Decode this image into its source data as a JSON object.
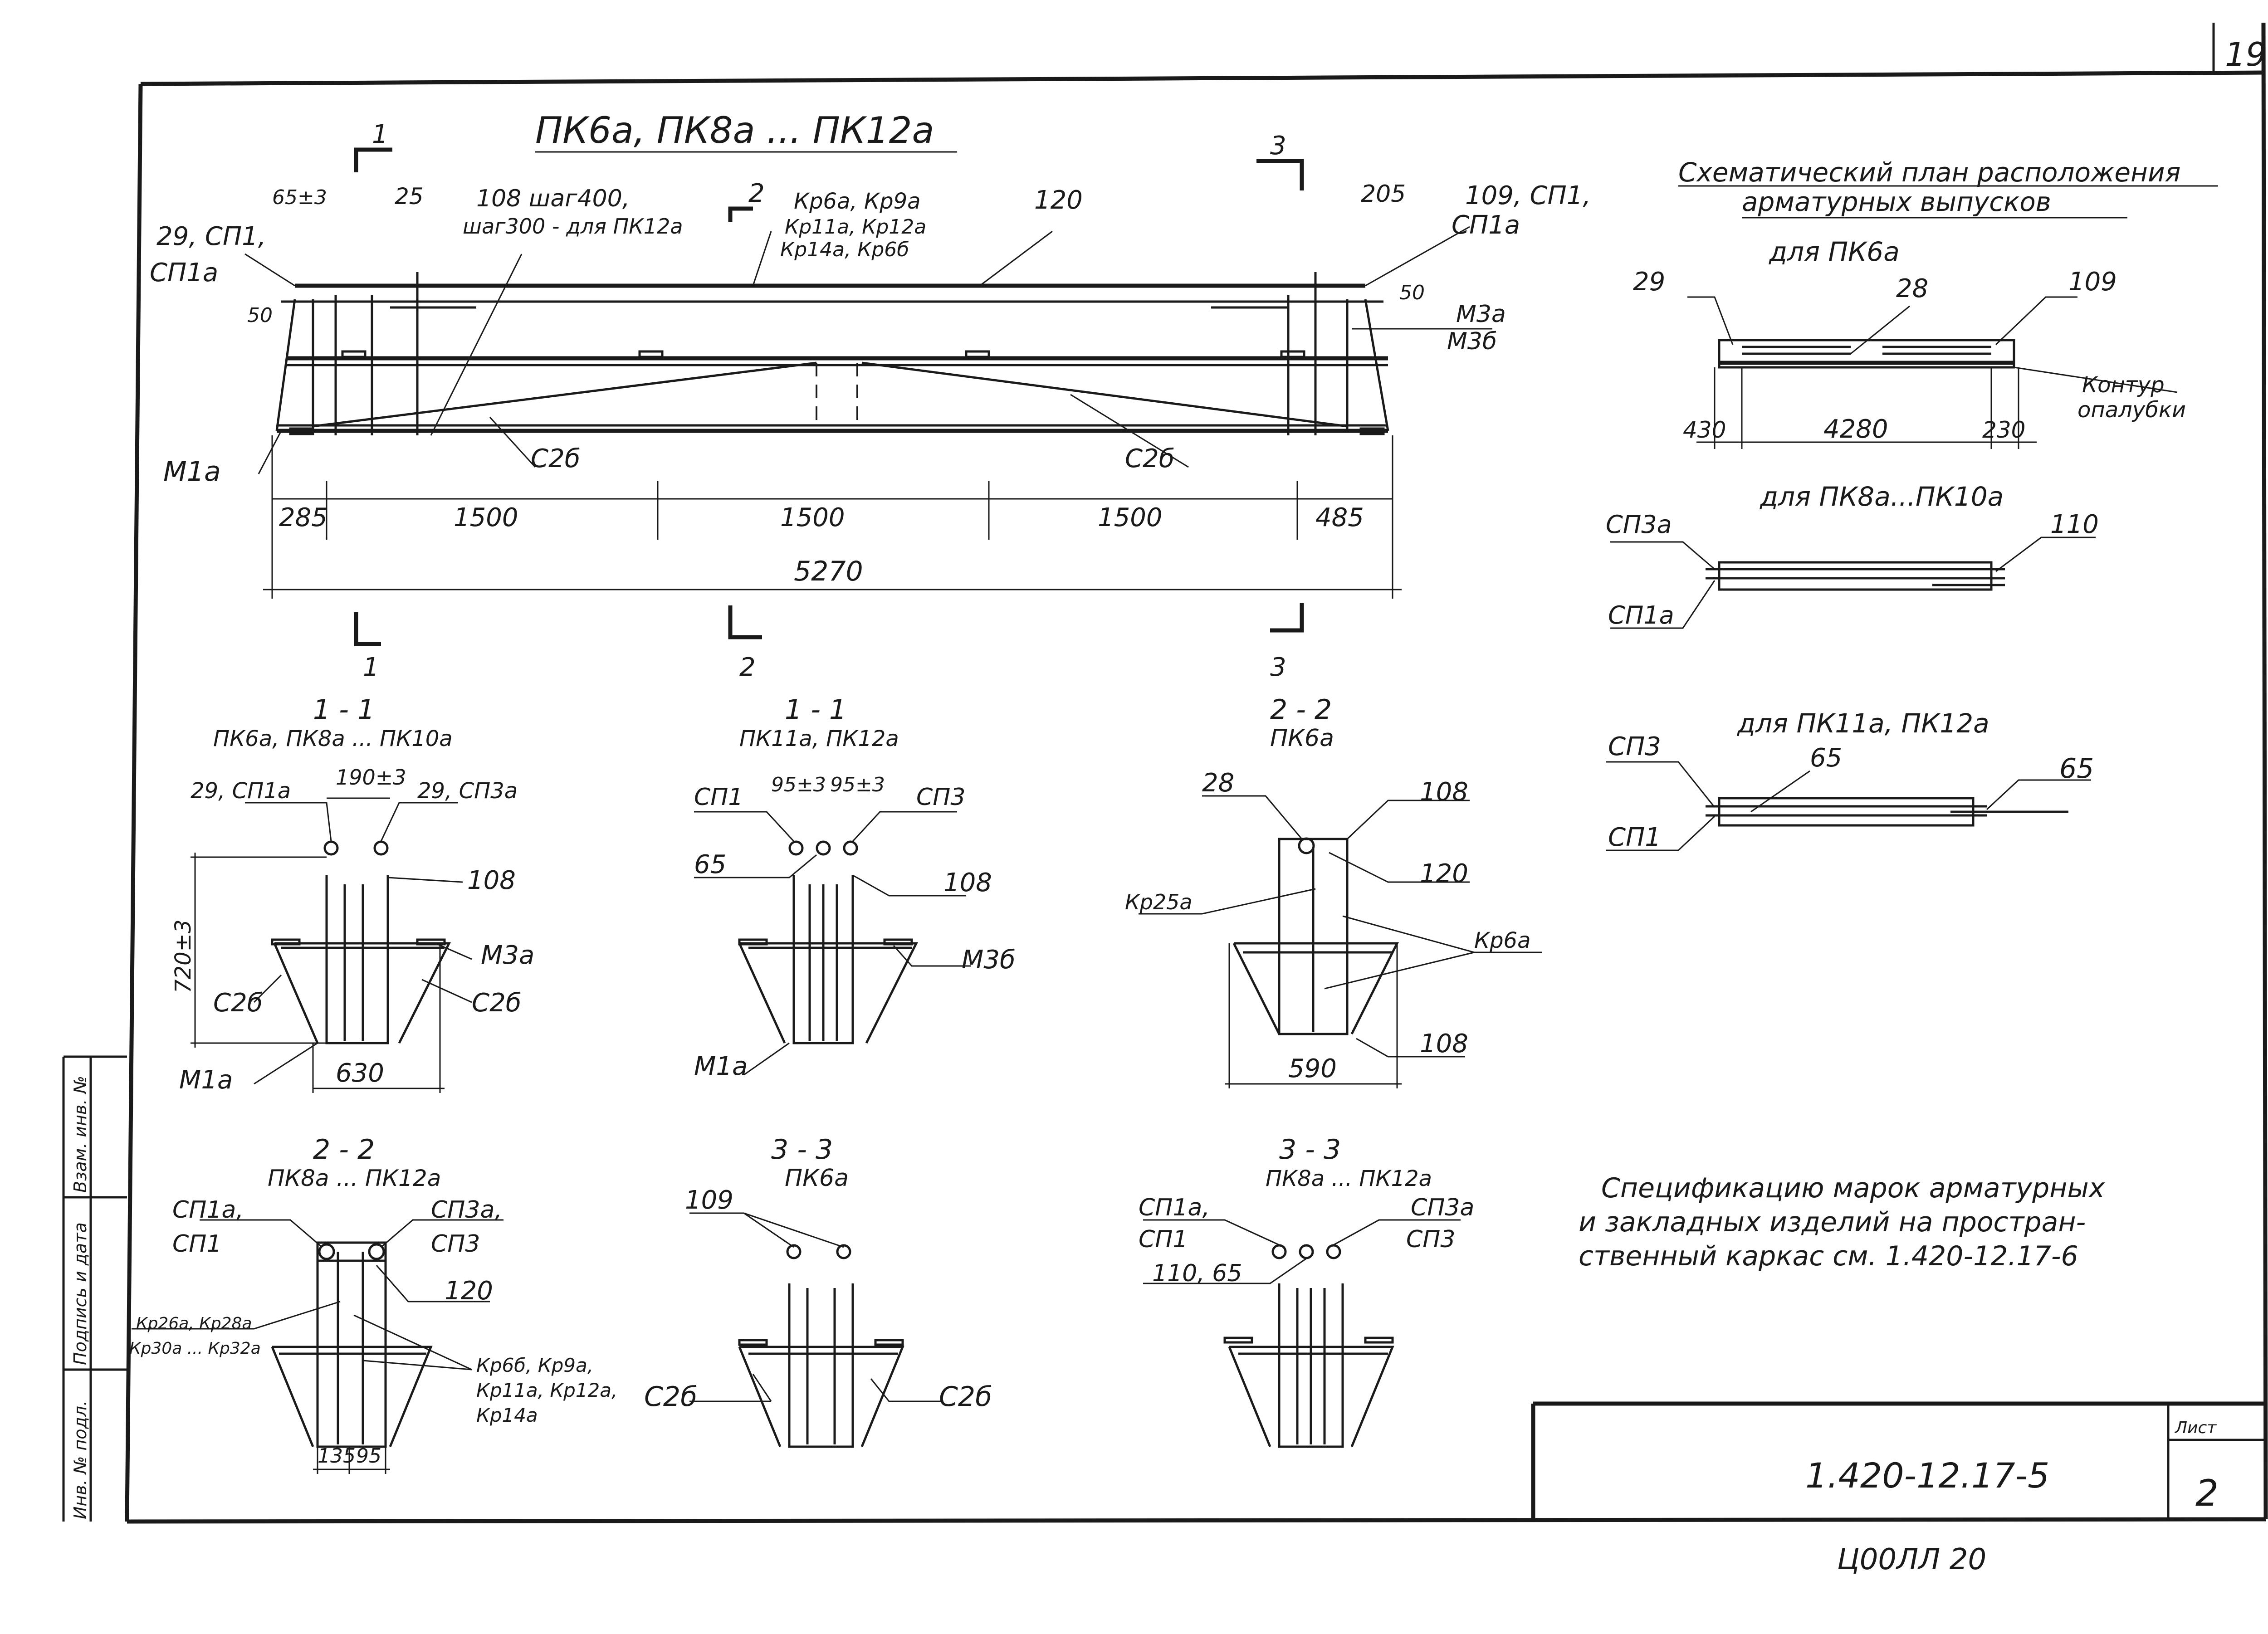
{
  "sheet": {
    "corner_number": "19",
    "stamp_code": "1.420-12.17-5",
    "sheet_label": "Лист",
    "sheet_no": "2",
    "bottom_note": "Ц00ЛЛ 20",
    "side_stamp": [
      "Инв. № подл.",
      "Подпись и дата",
      "Взам. инв. №"
    ]
  },
  "elevation": {
    "title": "ПК6а, ПК8а ... ПК12а",
    "labels": {
      "l_29": "29, СП1,",
      "l_sp1a": "СП1а",
      "l_65": "65±3",
      "l_25": "25",
      "l_108a": "108 шаг400,",
      "l_108b": "шаг300 - для ПК12а",
      "l_kr1": "Кр6а, Кр9а",
      "l_kr2": "Кр11а, Кр12а",
      "l_kr3": "Кр14а, Кр6б",
      "l_120": "120",
      "l_205": "205",
      "l_109": "109, СП1,",
      "l_sp1a2": "СП1а",
      "l_50a": "50",
      "l_50b": "50",
      "l_m3a": "М3а",
      "l_m3b": "М3б",
      "l_m1a": "М1а",
      "l_c2b1": "С2б",
      "l_c2b2": "С2б"
    },
    "dims": [
      "285",
      "1500",
      "1500",
      "1500",
      "485"
    ],
    "total": "5270",
    "cuts": {
      "c1": "1",
      "c2": "2",
      "c3": "3"
    }
  },
  "plan": {
    "title1": "Схематический план расположения",
    "title2": "арматурных выпусков",
    "pk6": {
      "title": "для ПК6а",
      "l29": "29",
      "l28": "28",
      "l109": "109",
      "contour1": "Контур",
      "contour2": "опалубки",
      "d1": "430",
      "d2": "4280",
      "d3": "230"
    },
    "pk8": {
      "title": "для ПК8а...ПК10а",
      "sp3a": "СП3а",
      "sp1a": "СП1а",
      "l110": "110"
    },
    "pk11": {
      "title": "для ПК11а, ПК12а",
      "sp3": "СП3",
      "sp1": "СП1",
      "l65a": "65",
      "l65b": "65"
    }
  },
  "sections": {
    "s11a": {
      "title": "1 - 1",
      "sub": "ПК6а, ПК8а ... ПК10а",
      "l_190": "190±3",
      "l_left": "29, СП1а",
      "l_right": "29, СП3а",
      "l_108": "108",
      "l_m3a": "М3а",
      "l_720": "720±3",
      "l_c2b_l": "С2б",
      "l_c2b_r": "С2б",
      "l_m1a": "М1а",
      "l_630": "630"
    },
    "s11b": {
      "title": "1 - 1",
      "sub": "ПК11а, ПК12а",
      "l_sp1": "СП1",
      "l_953a": "95±3",
      "l_953b": "95±3",
      "l_sp3": "СП3",
      "l_65": "65",
      "l_108": "108",
      "l_m3b": "М3б",
      "l_m1a": "М1а"
    },
    "s22a": {
      "title": "2 - 2",
      "sub": "ПК6а",
      "l_28": "28",
      "l_108t": "108",
      "l_120": "120",
      "l_kr25": "Кр25а",
      "l_kr6": "Кр6а",
      "l_108b": "108",
      "l_590": "590"
    },
    "s22b": {
      "title": "2 - 2",
      "sub": "ПК8а ... ПК12а",
      "l_sp1a": "СП1а,",
      "l_sp1": "СП1",
      "l_sp3a": "СП3а,",
      "l_sp3": "СП3",
      "l_120": "120",
      "l_kr26": "Кр26а, Кр28а",
      "l_kr30": "Кр30а ... Кр32а",
      "l_kr6b": "Кр6б, Кр9а,",
      "l_kr11": "Кр11а, Кр12а,",
      "l_kr14": "Кр14а",
      "l_135": "135",
      "l_95": "95"
    },
    "s33a": {
      "title": "3 - 3",
      "sub": "ПК6а",
      "l_109": "109",
      "l_c2b_l": "С2б",
      "l_c2b_r": "С2б"
    },
    "s33b": {
      "title": "3 - 3",
      "sub": "ПК8а ... ПК12а",
      "l_sp1a": "СП1а,",
      "l_sp1": "СП1",
      "l_sp3a": "СП3а",
      "l_sp3": "СП3",
      "l_110": "110, 65"
    }
  },
  "note": {
    "line1": "Спецификацию марок арматурных",
    "line2": "и закладных изделий на простран-",
    "line3": "ственный каркас см. 1.420-12.17-6"
  }
}
